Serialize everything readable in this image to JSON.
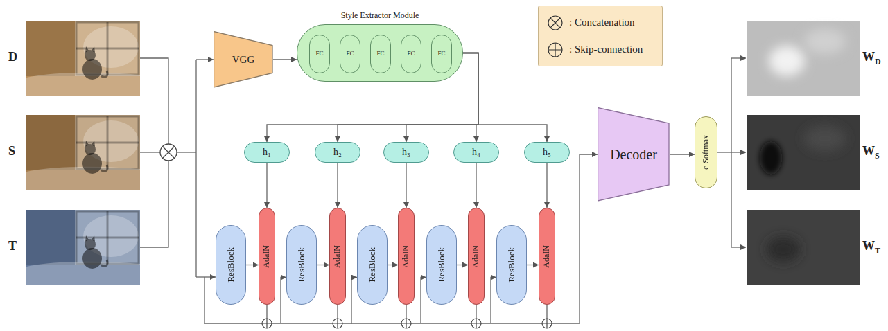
{
  "diagram": {
    "nodes": [
      {
        "text": [
          "VGG"
        ]
      },
      {
        "text": [
          "Style Extractor Module"
        ]
      },
      {
        "text": [
          "FC"
        ],
        "in": 1
      },
      {
        "text": [
          "FC"
        ],
        "in": 1
      },
      {
        "text": [
          "FC"
        ],
        "in": 1
      },
      {
        "text": [
          "FC"
        ],
        "in": 1
      },
      {
        "text": [
          "FC"
        ],
        "in": 1
      },
      {
        "text": [
          "h₁"
        ]
      },
      {
        "text": [
          "h₂"
        ]
      },
      {
        "text": [
          "h₃"
        ]
      },
      {
        "text": [
          "h₄"
        ]
      },
      {
        "text": [
          "h₅"
        ]
      },
      {
        "text": [
          "ResBlock"
        ]
      },
      {
        "text": [
          "AdaIN"
        ]
      },
      {
        "text": [
          "ResBlock"
        ]
      },
      {
        "text": [
          "AdaIN"
        ]
      },
      {
        "text": [
          "ResBlock"
        ]
      },
      {
        "text": [
          "AdaIN"
        ]
      },
      {
        "text": [
          "ResBlock"
        ]
      },
      {
        "text": [
          "AdaIN"
        ]
      },
      {
        "text": [
          "ResBlock"
        ]
      },
      {
        "text": [
          "AdaIN"
        ]
      },
      {
        "text": [
          "Decoder"
        ]
      },
      {
        "text": [
          "c-Softmax"
        ]
      }
    ],
    "edges": [
      {
        "from": 0,
        "to": 1,
        "arrow": "to"
      },
      {
        "from": 1,
        "to": 7,
        "arrow": "to"
      },
      {
        "from": 1,
        "to": 8,
        "arrow": "to"
      },
      {
        "from": 1,
        "to": 9,
        "arrow": "to"
      },
      {
        "from": 1,
        "to": 10,
        "arrow": "to"
      },
      {
        "from": 1,
        "to": 11,
        "arrow": "to"
      },
      {
        "from": 2,
        "to": 3,
        "arrow": "none"
      },
      {
        "from": 3,
        "to": 4,
        "arrow": "none"
      },
      {
        "from": 4,
        "to": 5,
        "arrow": "none"
      },
      {
        "from": 5,
        "to": 6,
        "arrow": "none"
      },
      {
        "from": 7,
        "to": 13,
        "arrow": "to"
      },
      {
        "from": 8,
        "to": 15,
        "arrow": "to"
      },
      {
        "from": 9,
        "to": 17,
        "arrow": "to"
      },
      {
        "from": 10,
        "to": 19,
        "arrow": "to"
      },
      {
        "from": 11,
        "to": 21,
        "arrow": "to"
      },
      {
        "from": 12,
        "to": 13,
        "arrow": "to"
      },
      {
        "from": 14,
        "to": 15,
        "arrow": "to"
      },
      {
        "from": 16,
        "to": 17,
        "arrow": "to"
      },
      {
        "from": 18,
        "to": 19,
        "arrow": "to"
      },
      {
        "from": 20,
        "to": 21,
        "arrow": "to"
      },
      {
        "from": 13,
        "to": 14,
        "arrow": "to"
      },
      {
        "from": 15,
        "to": 16,
        "arrow": "to"
      },
      {
        "from": 17,
        "to": 18,
        "arrow": "to"
      },
      {
        "from": 19,
        "to": 20,
        "arrow": "to"
      },
      {
        "from": 21,
        "to": 22,
        "arrow": "to"
      },
      {
        "from": 22,
        "to": 23,
        "arrow": "to"
      }
    ],
    "labels": [
      "D",
      "S",
      "T",
      "W",
      "D",
      "W",
      "S",
      "W",
      "T"
    ],
    "legend": [
      {
        "text": ": Concatenation"
      },
      {
        "text": ": Skip-connection"
      }
    ]
  }
}
